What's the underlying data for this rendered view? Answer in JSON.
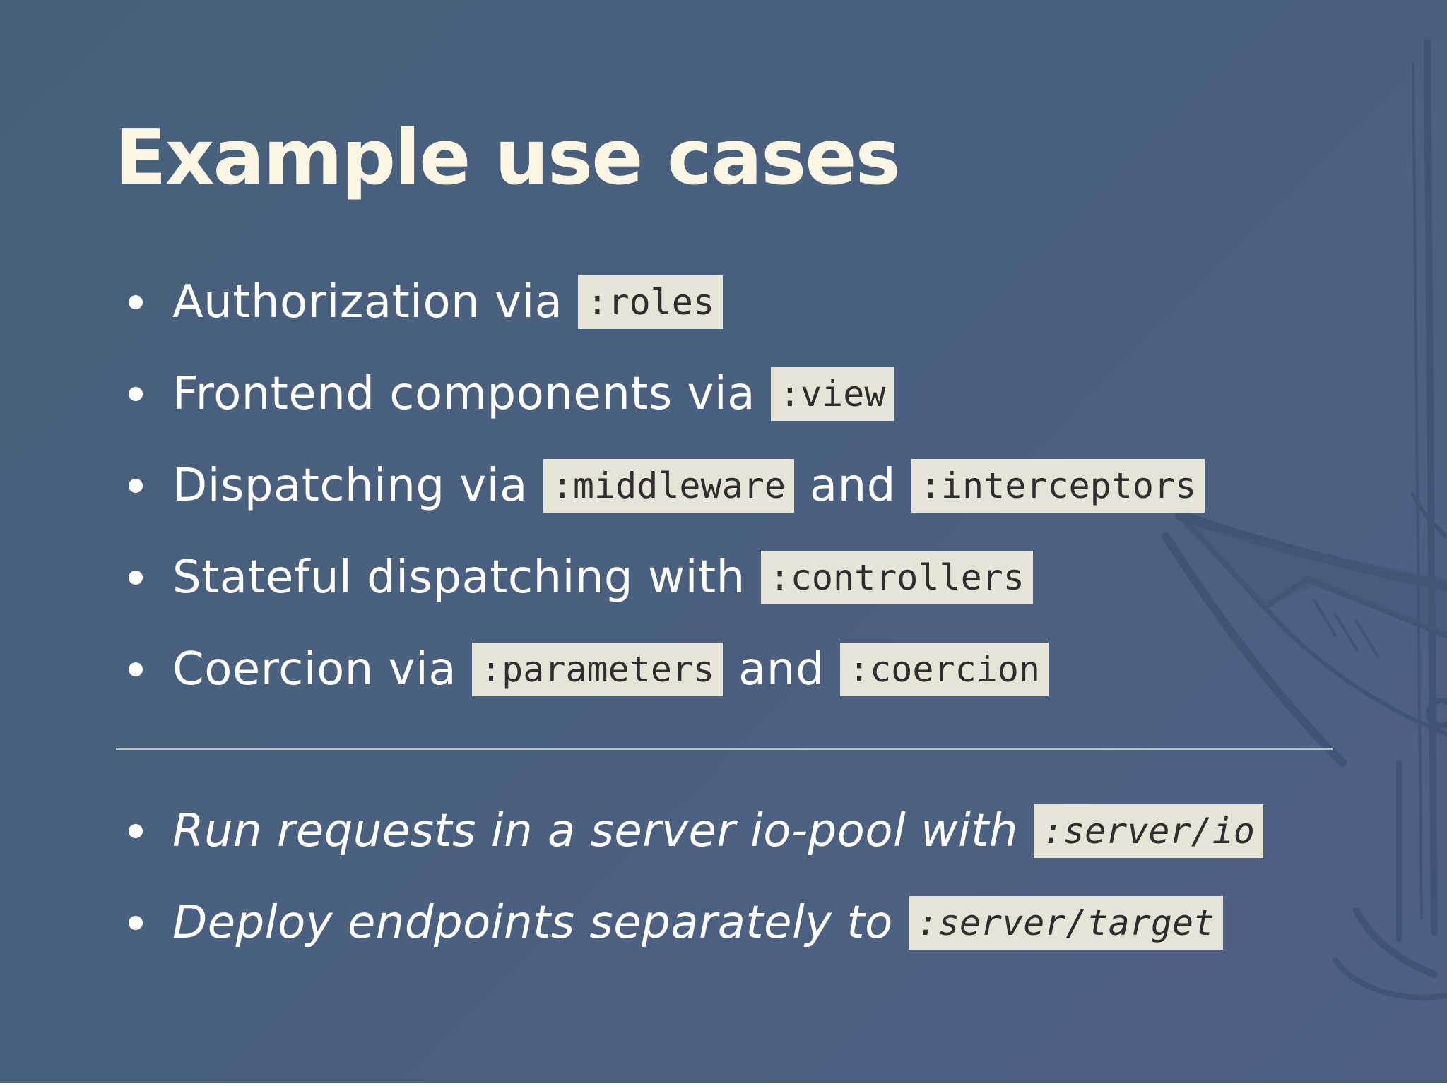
{
  "slide": {
    "title": "Example use cases",
    "items": [
      {
        "text": "Authorization via",
        "code": ":roles"
      },
      {
        "text": "Frontend components via",
        "code": ":view"
      },
      {
        "text": "Dispatching via",
        "code": ":middleware",
        "joiner": "and",
        "code2": ":interceptors"
      },
      {
        "text": "Stateful dispatching with",
        "code": ":controllers"
      },
      {
        "text": "Coercion via",
        "code": ":parameters",
        "joiner": "and",
        "code2": ":coercion"
      }
    ],
    "future_items": [
      {
        "text": "Run requests in a server io-pool with",
        "code": ":server/io"
      },
      {
        "text": "Deploy endpoints separately to",
        "code": ":server/target"
      }
    ]
  },
  "colors": {
    "background": "#4a6080",
    "title": "#fbf6e3",
    "text": "#ffffff",
    "code_background": "#e6e4d6",
    "code_text": "#2e2e2e"
  },
  "icons": {
    "background_art": "pirate-ship-sketch"
  }
}
